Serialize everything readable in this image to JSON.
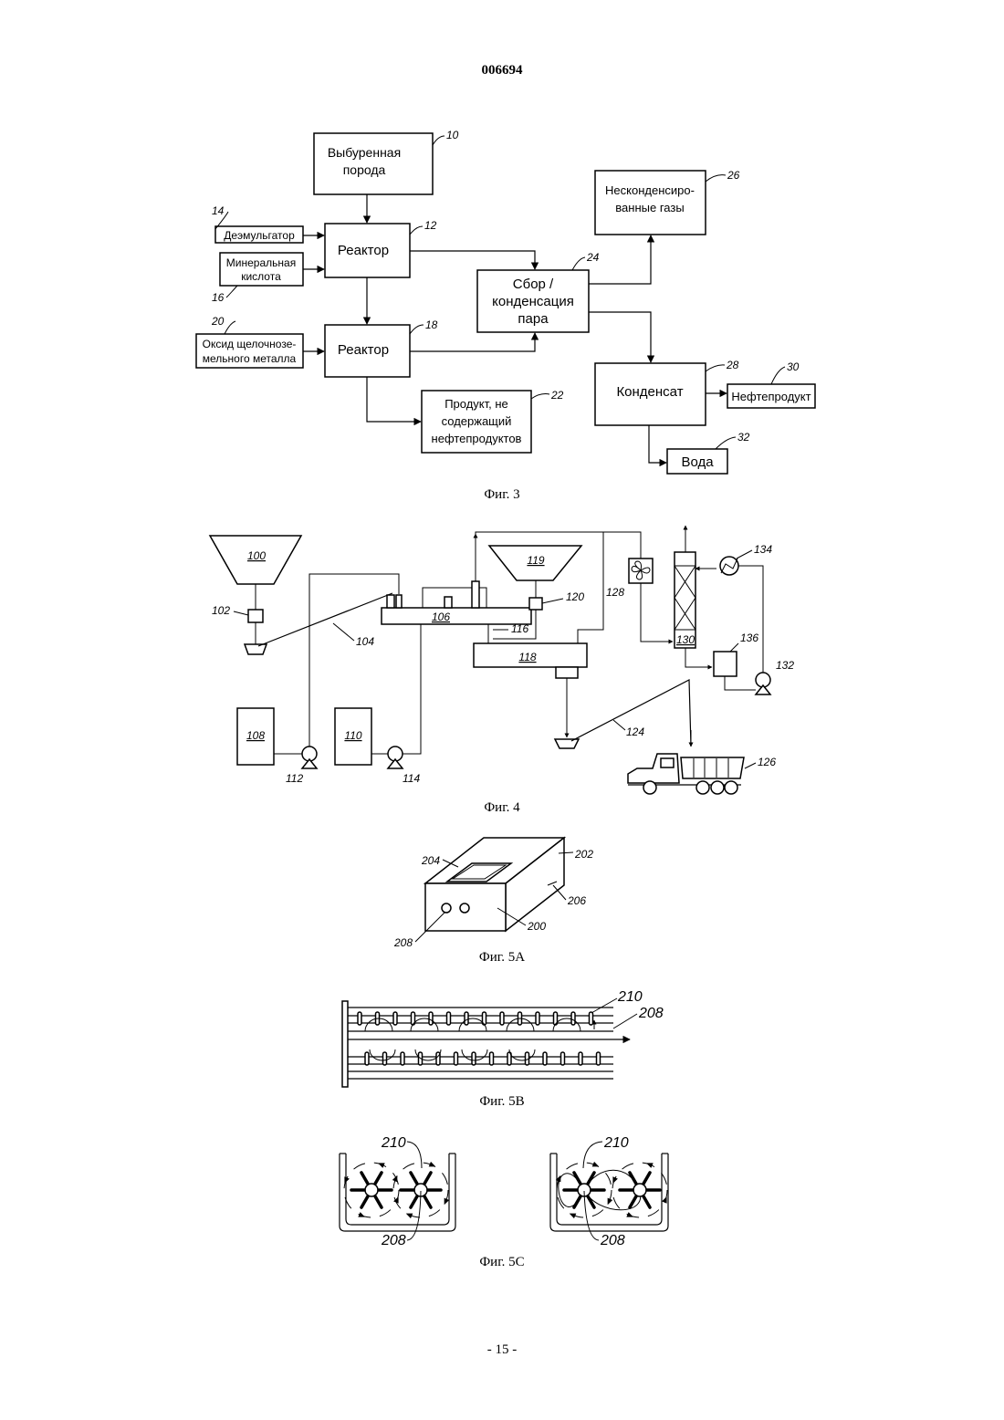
{
  "document": {
    "patent_number": "006694",
    "page_number": "- 15 -"
  },
  "fig3": {
    "caption": "Фиг. 3",
    "drilled_rock": {
      "line1": "Выбуренная",
      "line2": "порода",
      "ref": "10"
    },
    "reactor1": {
      "label": "Реактор",
      "ref": "12"
    },
    "demulsifier": {
      "label": "Деэмульгатор",
      "ref": "14"
    },
    "mineral_acid": {
      "line1": "Минеральная",
      "line2": "кислота",
      "ref": "16"
    },
    "reactor2": {
      "label": "Реактор",
      "ref": "18"
    },
    "alkaline_oxide": {
      "line1": "Оксид щелочноземельного",
      "line1a": "Оксид щелочнозе-",
      "line2": "мельного металла",
      "ref": "20"
    },
    "product": {
      "line1": "Продукт, не",
      "line2": "содержащий",
      "line3": "нефтепродуктов",
      "ref": "22"
    },
    "vapor": {
      "line1": "Сбор /",
      "line2": "конденсация",
      "line3": "пара",
      "ref": "24"
    },
    "gases": {
      "line1": "Несконденсиро-",
      "line2": "ванные газы",
      "ref": "26"
    },
    "condensate": {
      "label": "Конденсат",
      "ref": "28"
    },
    "oil_product": {
      "label": "Нефтепродукт",
      "ref": "30"
    },
    "water": {
      "label": "Вода",
      "ref": "32"
    }
  },
  "fig4": {
    "caption": "Фиг. 4",
    "refs": {
      "r100": "100",
      "r102": "102",
      "r104": "104",
      "r106": "106",
      "r108": "108",
      "r110": "110",
      "r112": "112",
      "r114": "114",
      "r116": "116",
      "r118": "118",
      "r119": "119",
      "r120": "120",
      "r124": "124",
      "r126": "126",
      "r128": "128",
      "r130": "130",
      "r132": "132",
      "r134": "134",
      "r136": "136"
    }
  },
  "fig5a": {
    "caption": "Фиг. 5А",
    "refs": {
      "r200": "200",
      "r202": "202",
      "r204": "204",
      "r206": "206",
      "r208": "208"
    }
  },
  "fig5b": {
    "caption": "Фиг. 5В",
    "refs": {
      "r208": "208",
      "r210": "210"
    }
  },
  "fig5c": {
    "caption": "Фиг. 5С",
    "refs": {
      "left210": "210",
      "left208": "208",
      "right210": "210",
      "right208": "208"
    }
  },
  "icons": [
    "pump-icon",
    "fan-icon",
    "heat-exchanger-icon",
    "dump-truck-icon",
    "hopper-icon",
    "paddle-icon"
  ]
}
